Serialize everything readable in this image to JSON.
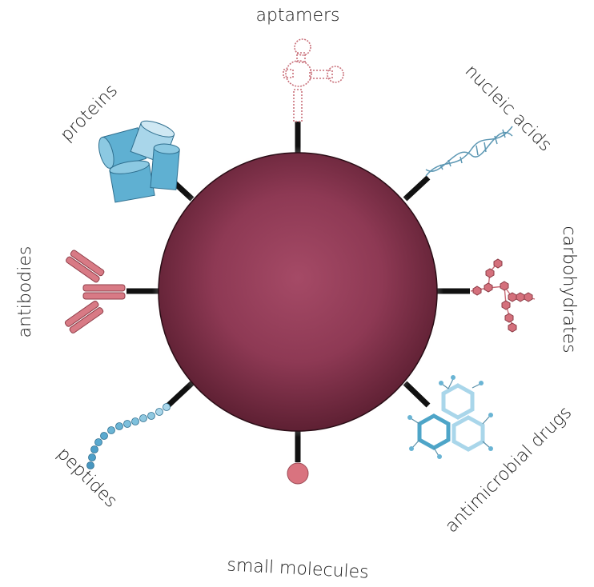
{
  "diagram": {
    "center": {
      "label": ""
    },
    "ligands": [
      {
        "id": "aptamers",
        "label": "aptamers",
        "icon": "aptamer-hairpin-icon",
        "color": "#c9707a"
      },
      {
        "id": "nucleic-acids",
        "label": "nucleic acids",
        "icon": "dna-helix-icon",
        "color": "#6aa9c6"
      },
      {
        "id": "carbohydrates",
        "label": "carbohydrates",
        "icon": "glycan-branch-icon",
        "color": "#d4707c"
      },
      {
        "id": "antimicrobial-drugs",
        "label": "antimicrobial drugs",
        "icon": "aromatic-rings-icon",
        "color": "#5fb3d3"
      },
      {
        "id": "small-molecules",
        "label": "small molecules",
        "icon": "small-molecule-dot-icon",
        "color": "#d9737f"
      },
      {
        "id": "peptides",
        "label": "peptides",
        "icon": "peptide-chain-icon",
        "color": "#5aa9cf"
      },
      {
        "id": "antibodies",
        "label": "antibodies",
        "icon": "antibody-y-icon",
        "color": "#d87a85"
      },
      {
        "id": "proteins",
        "label": "proteins",
        "icon": "protein-cylinders-icon",
        "color": "#5fb0d2"
      }
    ],
    "colors": {
      "nanoparticle": "#8a3550",
      "nanoparticle_highlight": "#a24a63",
      "linker": "#111111"
    }
  }
}
